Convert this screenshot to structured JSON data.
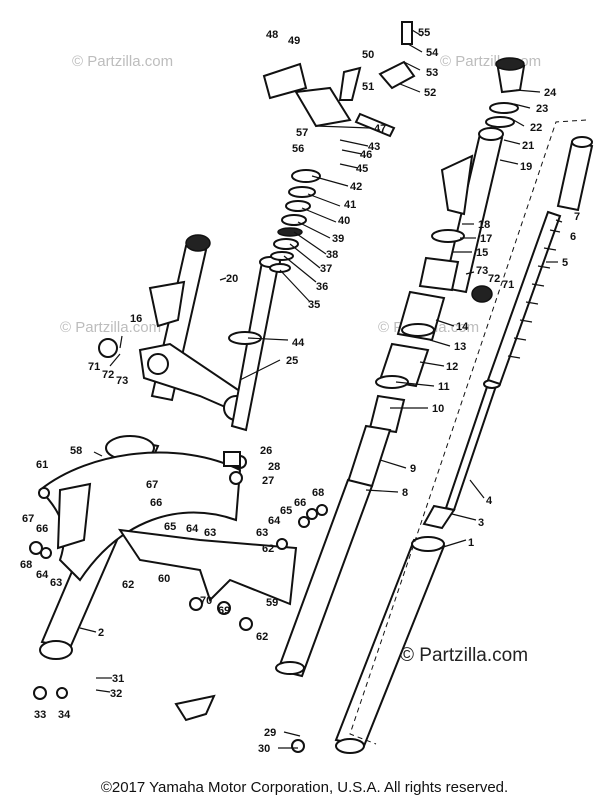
{
  "watermarks": {
    "top_left": "© Partzilla.com",
    "top_right": "© Partzilla.com",
    "mid_left": "© Partzilla.com",
    "mid_right": "© Partzilla.com",
    "bottom_right": "© Partzilla.com"
  },
  "copyright": "©2017 Yamaha Motor Corporation, U.S.A. All rights reserved.",
  "callouts": [
    "1",
    "2",
    "3",
    "4",
    "5",
    "6",
    "7",
    "8",
    "9",
    "10",
    "11",
    "12",
    "13",
    "14",
    "15",
    "16",
    "17",
    "18",
    "19",
    "20",
    "21",
    "22",
    "23",
    "24",
    "25",
    "26",
    "27",
    "28",
    "29",
    "30",
    "31",
    "32",
    "33",
    "34",
    "35",
    "36",
    "37",
    "38",
    "39",
    "40",
    "41",
    "42",
    "43",
    "44",
    "45",
    "46",
    "47",
    "48",
    "49",
    "50",
    "51",
    "52",
    "53",
    "54",
    "55",
    "56",
    "57",
    "59",
    "58",
    "60",
    "61",
    "62",
    "63",
    "64",
    "65",
    "66",
    "67",
    "68",
    "69",
    "70",
    "71",
    "72",
    "73"
  ]
}
